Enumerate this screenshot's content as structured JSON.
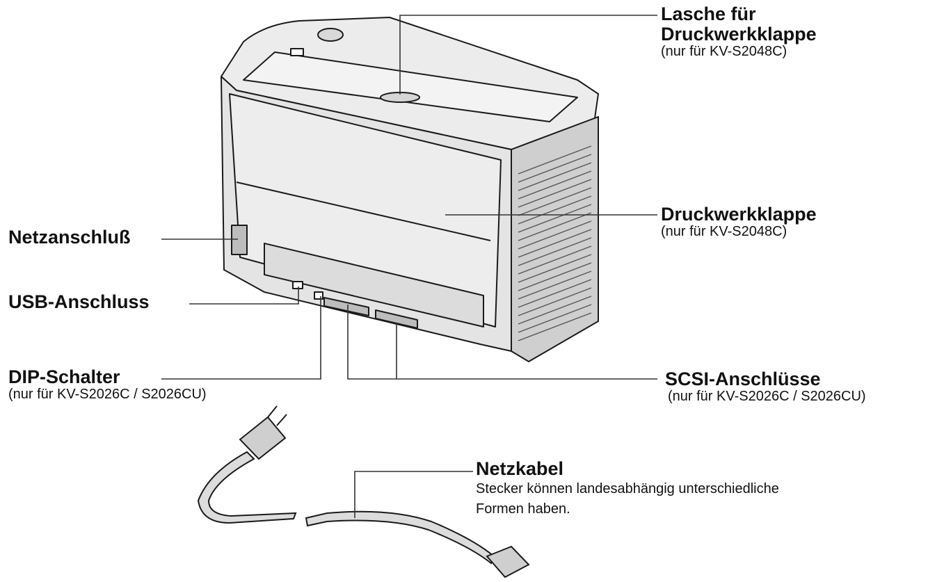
{
  "labels": {
    "lasche": {
      "title_line1": "Lasche für",
      "title_line2": "Druckwerkklappe",
      "note": "(nur für KV-S2048C)"
    },
    "druckwerkklappe": {
      "title": "Druckwerkklappe",
      "note": "(nur für KV-S2048C)"
    },
    "netzanschluss": {
      "title": "Netzanschluß"
    },
    "usb": {
      "title": "USB-Anschluss"
    },
    "dip": {
      "title": "DIP-Schalter",
      "note": "(nur für KV-S2026C / S2026CU)"
    },
    "scsi": {
      "title": "SCSI-Anschlüsse",
      "note": "(nur für KV-S2026C / S2026CU)"
    },
    "netzkabel": {
      "title": "Netzkabel",
      "desc_line1": "Stecker können landesabhängig unterschiedliche",
      "desc_line2": "Formen haben."
    }
  },
  "colors": {
    "line": "#333333",
    "body_light": "#e9e9e9",
    "body_mid": "#cfcfcf",
    "body_dark": "#a9a9a9",
    "outline": "#1a1a1a"
  }
}
